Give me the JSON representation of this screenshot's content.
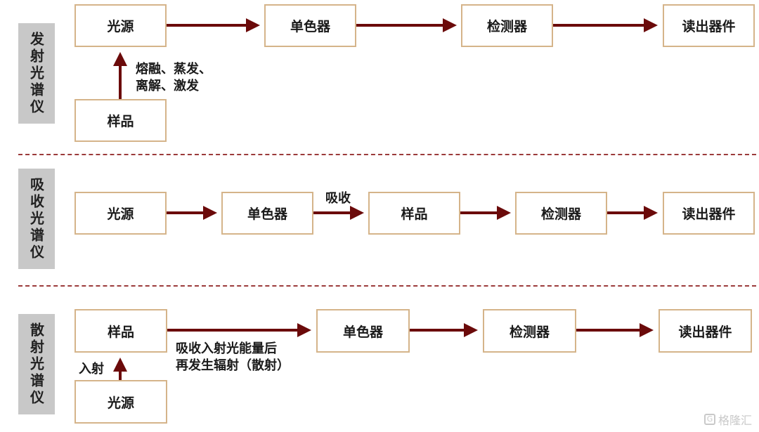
{
  "colors": {
    "arrow": "#6b0a0a",
    "box_border": "#d5b48a",
    "side_bg": "#c8c8c8",
    "separator": "#9b3b3b"
  },
  "emission": {
    "label": "发射光谱仪",
    "light_source": "光源",
    "monochromator": "单色器",
    "detector": "检测器",
    "readout": "读出器件",
    "sample": "样品",
    "note_line1": "熔融、蒸发、",
    "note_line2": "离解、激发"
  },
  "absorption": {
    "label": "吸收光谱仪",
    "light_source": "光源",
    "monochromator": "单色器",
    "absorb_note": "吸收",
    "sample": "样品",
    "detector": "检测器",
    "readout": "读出器件"
  },
  "scattering": {
    "label": "散射光谱仪",
    "sample": "样品",
    "light_source": "光源",
    "incident_note": "入射",
    "note_line1": "吸收入射光能量后",
    "note_line2": "再发生辐射（散射）",
    "monochromator": "单色器",
    "detector": "检测器",
    "readout": "读出器件"
  },
  "watermark": {
    "icon": "G",
    "text": "格隆汇"
  }
}
